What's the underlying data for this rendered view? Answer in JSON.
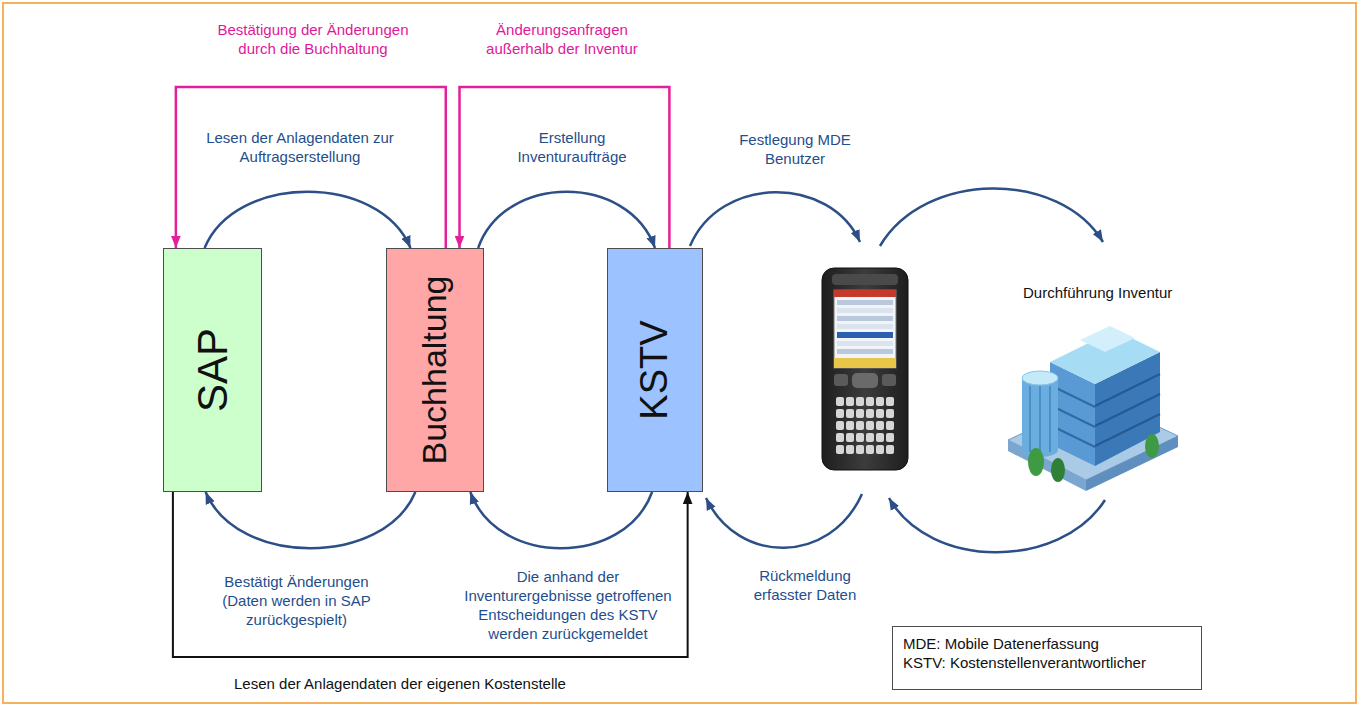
{
  "diagram": {
    "nodes": [
      {
        "text": [
          "SAP"
        ]
      },
      {
        "text": [
          "Buchhaltung"
        ]
      },
      {
        "text": [
          "KSTV"
        ]
      },
      {
        "text": [
          "MDE: Mobile Datenerfassung",
          "KSTV: Kostenstellenverantwortlicher"
        ]
      }
    ],
    "edges": [
      {
        "from": 0,
        "to": 1,
        "arrow": "to",
        "label": "Lesen der Anlagendaten zur Auftragserstellung"
      },
      {
        "from": 1,
        "to": 2,
        "arrow": "to",
        "label": "Erstellung Inventuraufträge"
      },
      {
        "from": 1,
        "to": 0,
        "arrow": "to",
        "label": "Bestätigung der Änderungen durch die Buchhaltung"
      },
      {
        "from": 2,
        "to": 1,
        "arrow": "to",
        "label": "Änderungsanfragen außerhalb der Inventur"
      },
      {
        "from": 1,
        "to": 0,
        "arrow": "to",
        "label": "Bestätigt Änderungen (Daten werden in SAP zurückgespielt)"
      },
      {
        "from": 2,
        "to": 1,
        "arrow": "to",
        "label": "Die anhand der Inventurergebnisse getroffenen Entscheidungen des KSTV werden zurückgemeldet"
      },
      {
        "from": 0,
        "to": 2,
        "arrow": "to",
        "label": "Lesen der Anlagendaten der eigenen Kostenstelle"
      }
    ],
    "labels": [
      "Festlegung MDE Benutzer",
      "Durchführung Inventur",
      "Rückmeldung erfasster Daten"
    ]
  }
}
